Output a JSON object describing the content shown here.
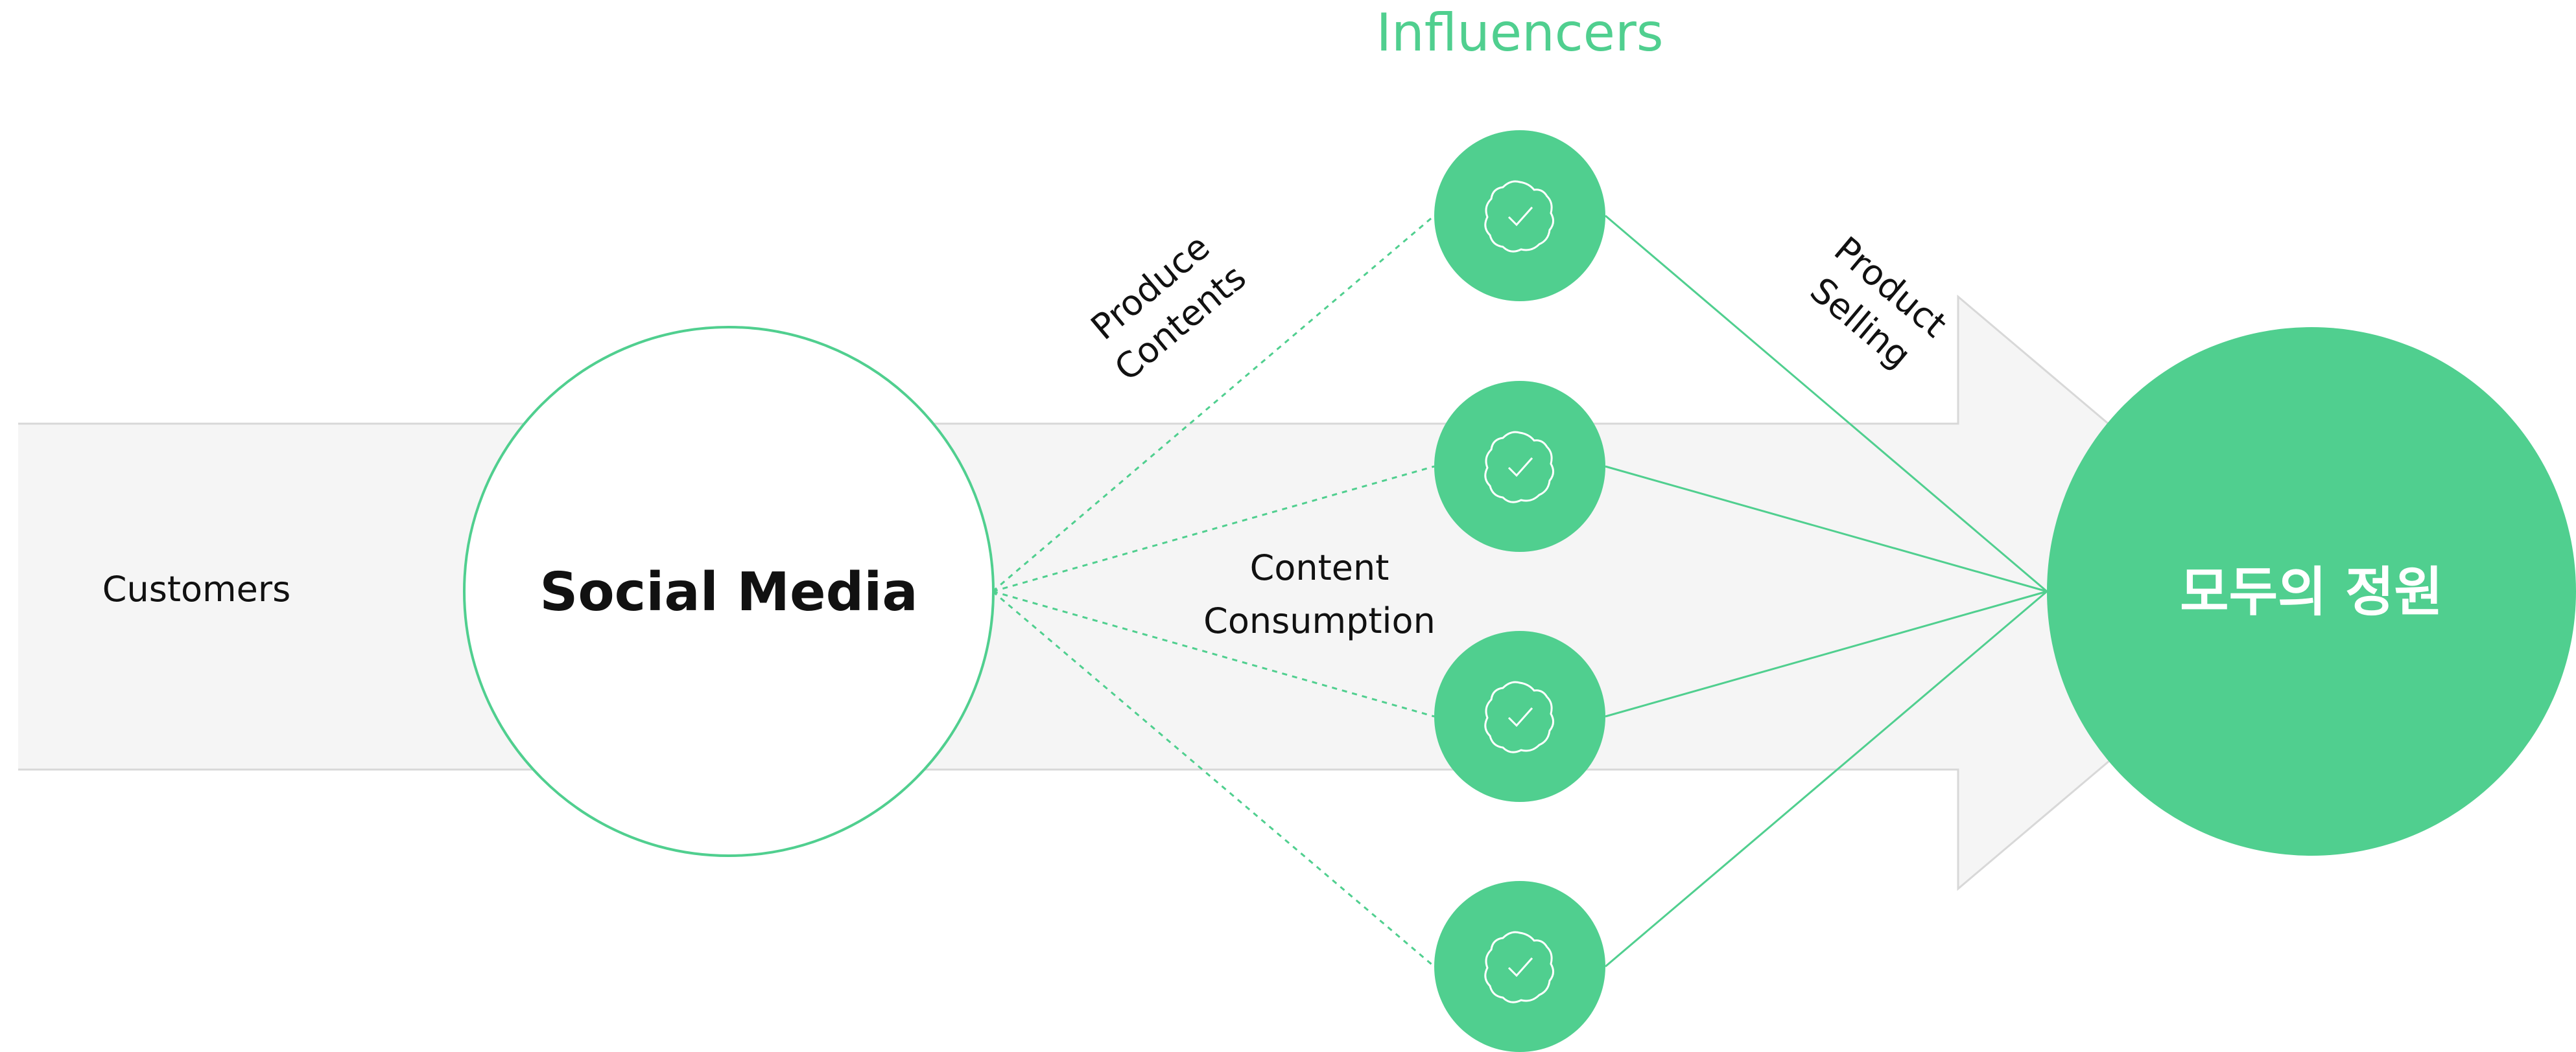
{
  "title": "Influencers",
  "customers_label": "Customers",
  "hub_label": "Social Media",
  "produce_label": [
    "Produce",
    "Contents"
  ],
  "consumption_label": [
    "Content",
    "Consumption"
  ],
  "selling_label": [
    "Product",
    "Selling"
  ],
  "destination_label": "모두의 정원",
  "influencer_count": 4,
  "influencer_icon": "verified-badge-icon",
  "colors": {
    "accent": "#50cf8f",
    "arrow_fill": "#f5f5f5",
    "arrow_stroke": "#d8d8d8",
    "text": "#111111",
    "white": "#ffffff"
  }
}
